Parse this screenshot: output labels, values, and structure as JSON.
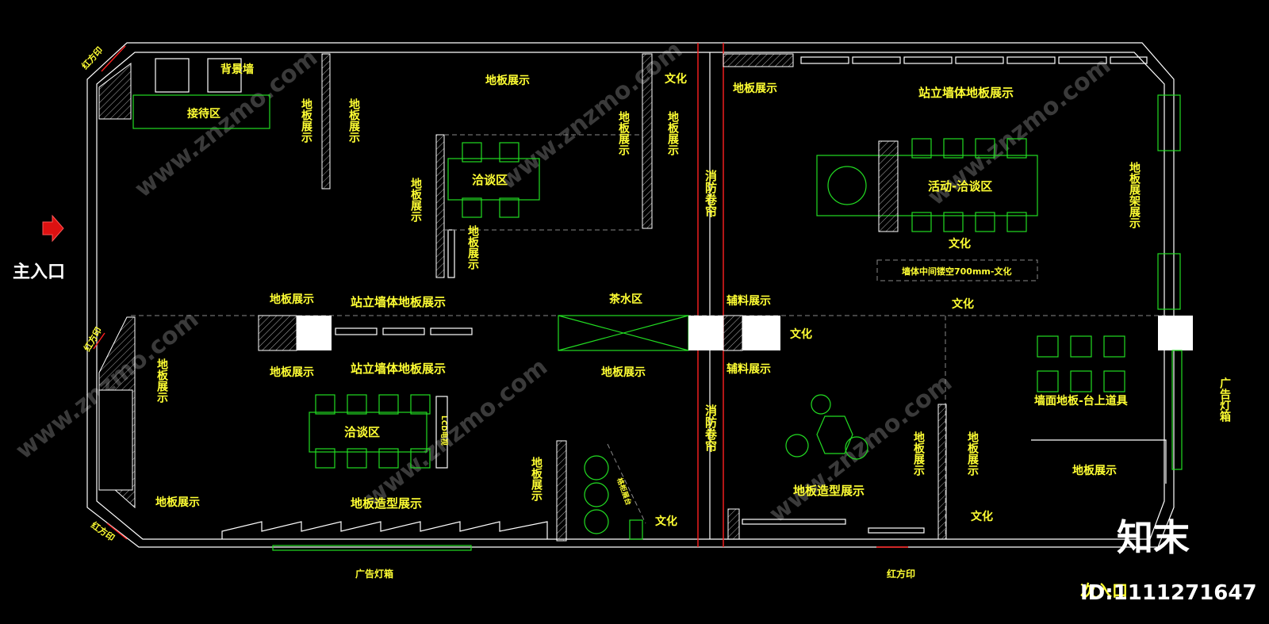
{
  "labels": {
    "main_entrance": "主入口",
    "background_wall": "背景墙",
    "reception": "接待区",
    "floor_display": "地板展示",
    "negotiation": "洽谈区",
    "culture": "文化",
    "fire_shutter": "消防卷帘",
    "standing_wall_floor": "站立墙体地板展示",
    "activity_negotiation": "活动-洽谈区",
    "hollow_wall_note": "墙体中间镂空700mm-文化",
    "floor_rack_display": "地板展架展示",
    "tea_area": "茶水区",
    "accessory_display": "辅料展示",
    "wall_floor_props": "墙面地板-台上道具",
    "ad_lightbox": "广告灯箱",
    "floor_shape_display": "地板造型展示",
    "red_seal": "红方印",
    "side_entrance": "次入口",
    "lcd_tv": "LCD电视",
    "cabinet_small": "格柜展台"
  },
  "watermark": {
    "site": "www.znzmo.com",
    "brand": "知末",
    "id": "ID:1111271647"
  },
  "colors": {
    "background": "#000000",
    "label": "#ffff33",
    "wall": "#ffffff",
    "furniture": "#22dd22",
    "fire_line": "#ff2020"
  }
}
